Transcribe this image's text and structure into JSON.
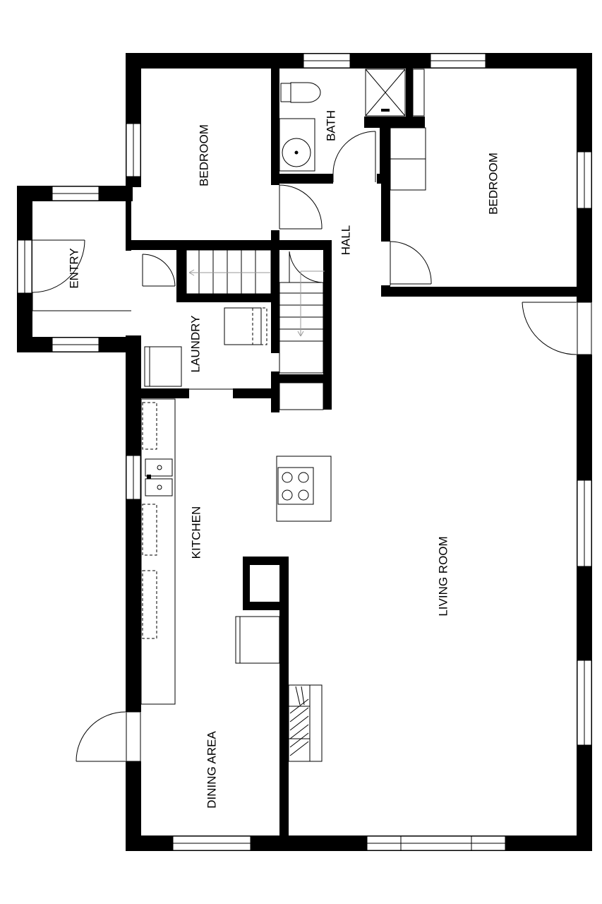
{
  "rooms": {
    "bedroom_1": "BEDROOM",
    "bath": "BATH",
    "bedroom_2": "BEDROOM",
    "entry": "ENTRY",
    "hall": "HALL",
    "laundry": "LAUNDRY",
    "kitchen": "KITCHEN",
    "living_room": "LIVING ROOM",
    "dining_area": "DINING AREA"
  },
  "colors": {
    "wall": "#000000",
    "floor": "#ffffff",
    "fixture_line": "#000000",
    "stair_arrow": "#9a9a9a"
  },
  "icons": [
    "door-swing-icon",
    "window-icon",
    "toilet-icon",
    "sink-icon",
    "shower-icon",
    "stove-burner-icon",
    "stair-arrow-icon"
  ]
}
